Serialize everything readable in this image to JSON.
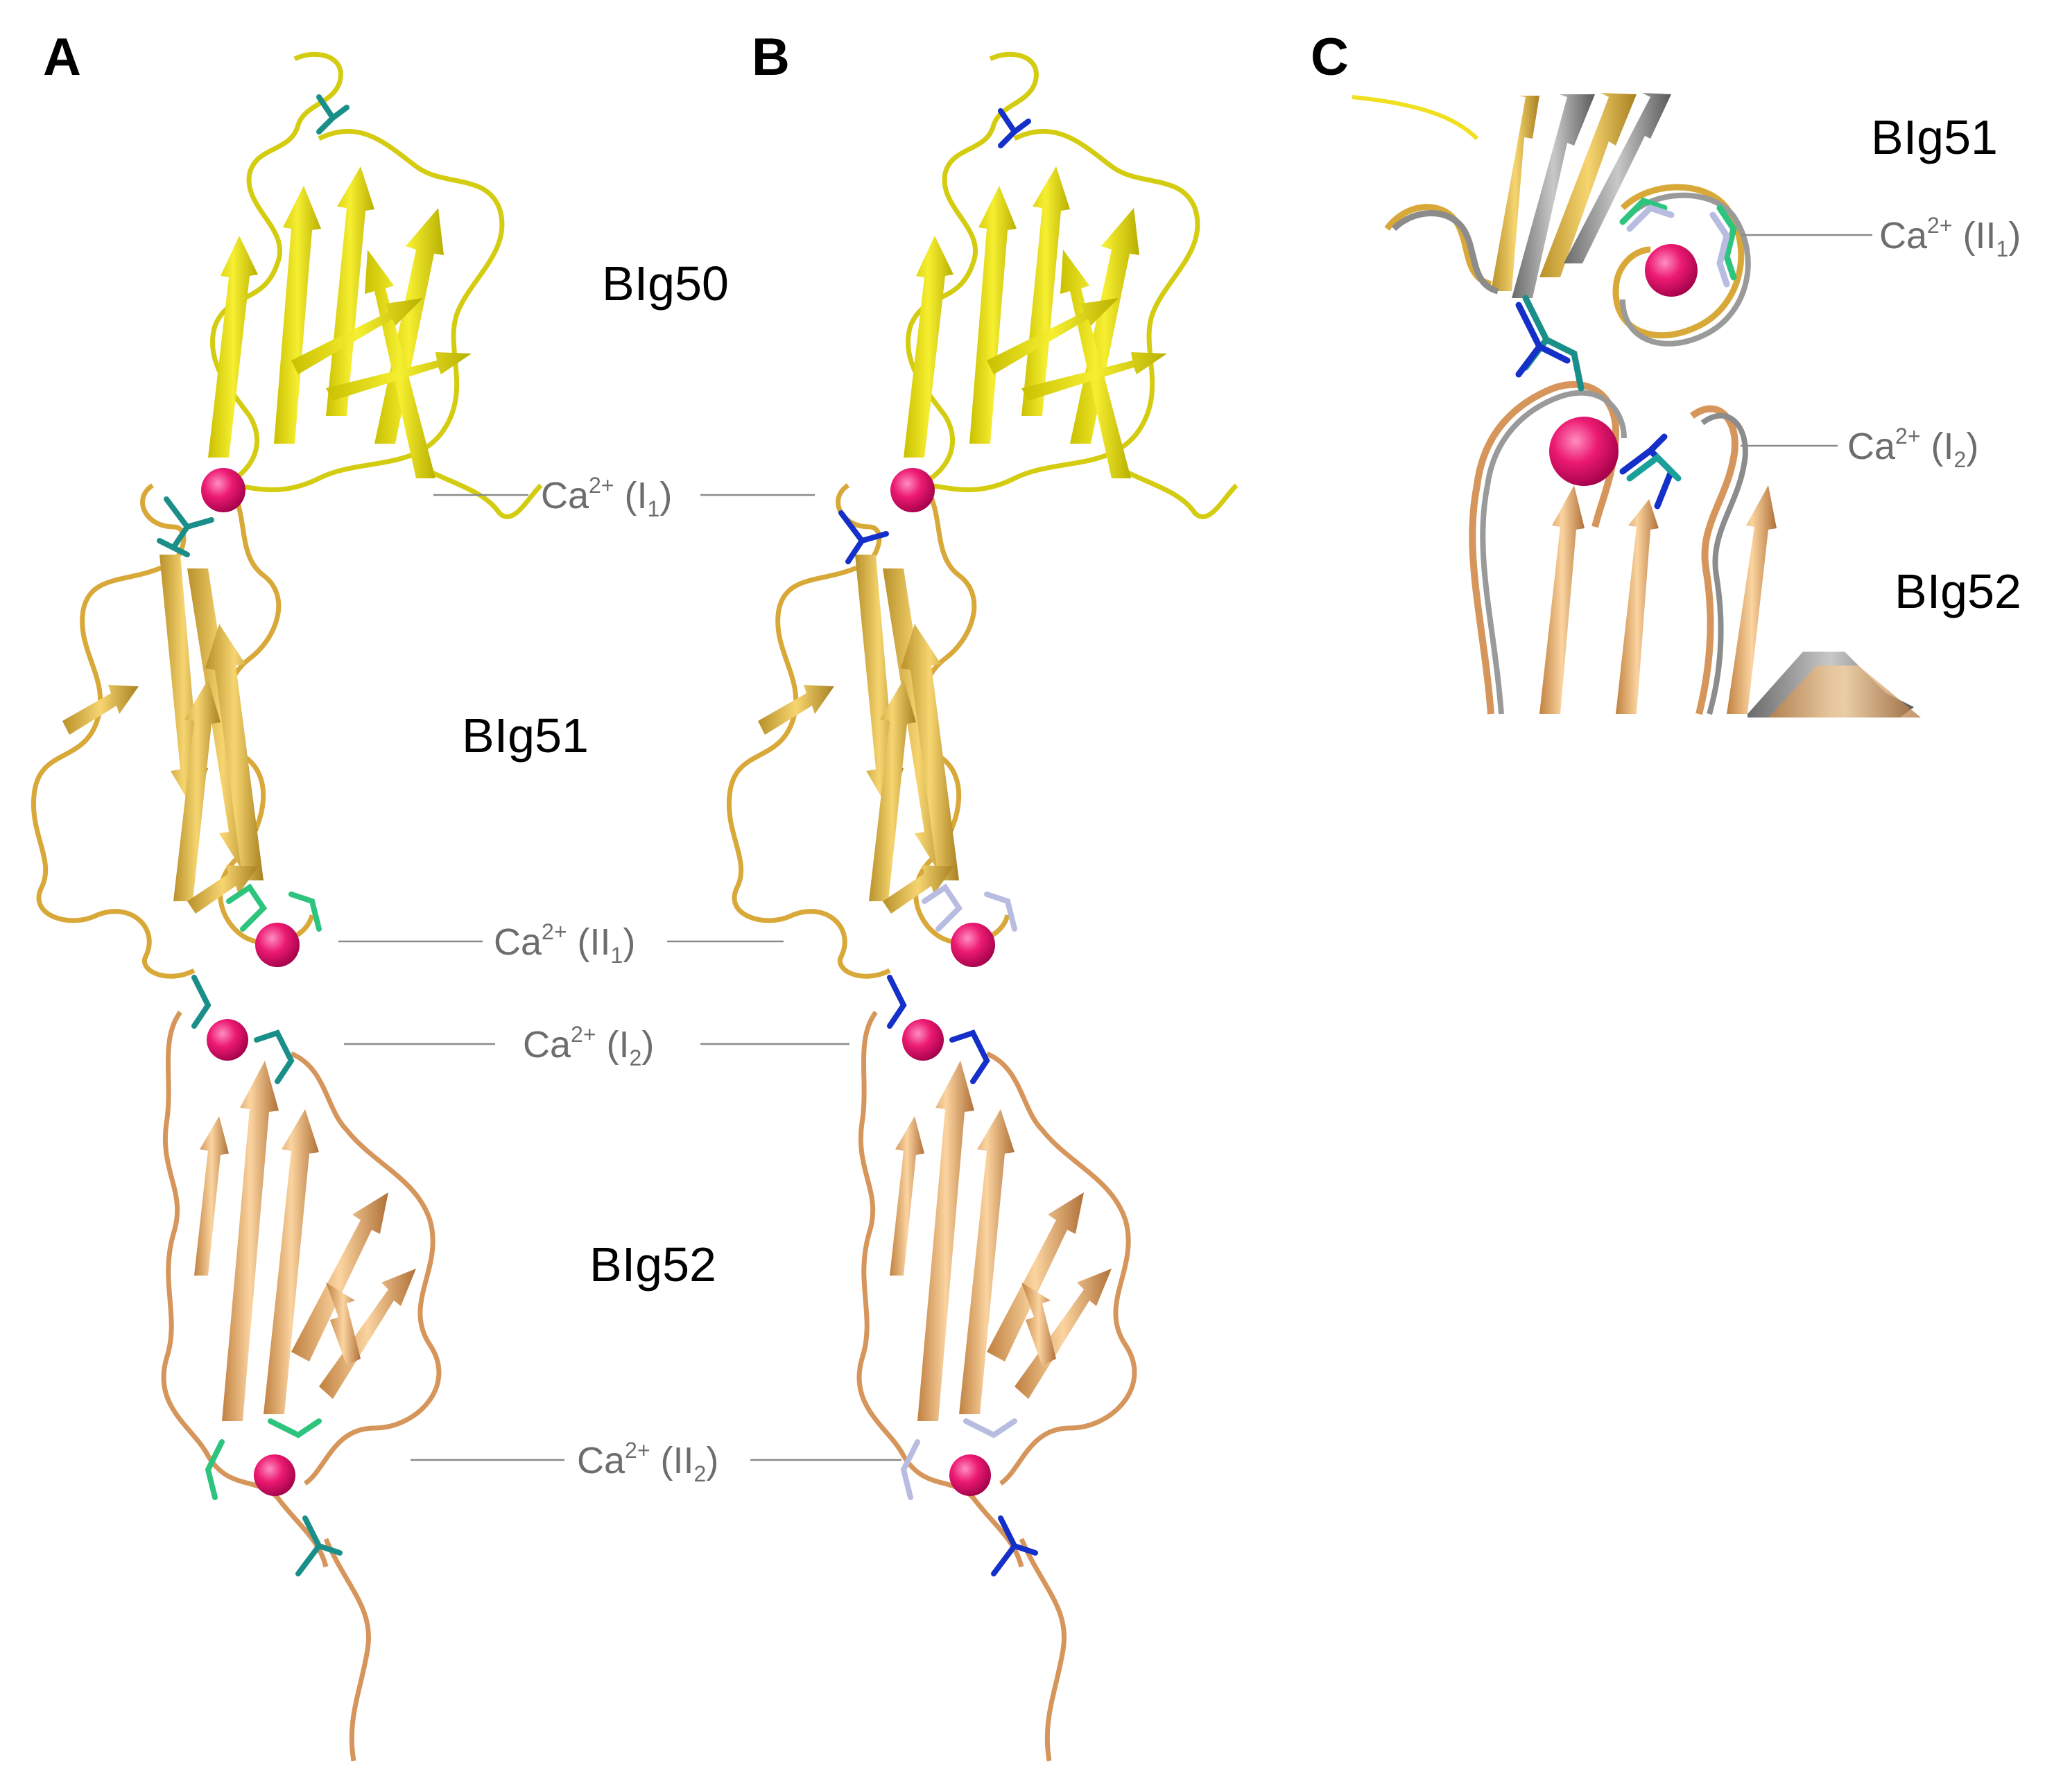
{
  "panels": [
    {
      "id": "A",
      "letter": "A"
    },
    {
      "id": "B",
      "letter": "B"
    },
    {
      "id": "C",
      "letter": "C"
    }
  ],
  "domains": {
    "big50": "BIg50",
    "big51": "BIg51",
    "big52": "BIg52"
  },
  "calcium_sites": {
    "ca_I1": {
      "base": "Ca",
      "charge": "2+",
      "open": " (I",
      "sub": "1",
      "close": ")"
    },
    "ca_II1": {
      "base": "Ca",
      "charge": "2+",
      "open": " (II",
      "sub": "1",
      "close": ")"
    },
    "ca_I2": {
      "base": "Ca",
      "charge": "2+",
      "open": " (I",
      "sub": "2",
      "close": ")"
    },
    "ca_II2": {
      "base": "Ca",
      "charge": "2+",
      "open": " (II",
      "sub": "2",
      "close": ")"
    }
  },
  "colors": {
    "big50": "#e8e020",
    "big51": "#e8c040",
    "big52": "#eab36e",
    "superposed": "#8c8c8c",
    "calcium_ion": "#e8186e",
    "residue_teal": "#1a8f8a",
    "residue_green": "#2dc47d",
    "residue_blue": "#1530c8",
    "residue_lavender": "#b8bce0"
  }
}
